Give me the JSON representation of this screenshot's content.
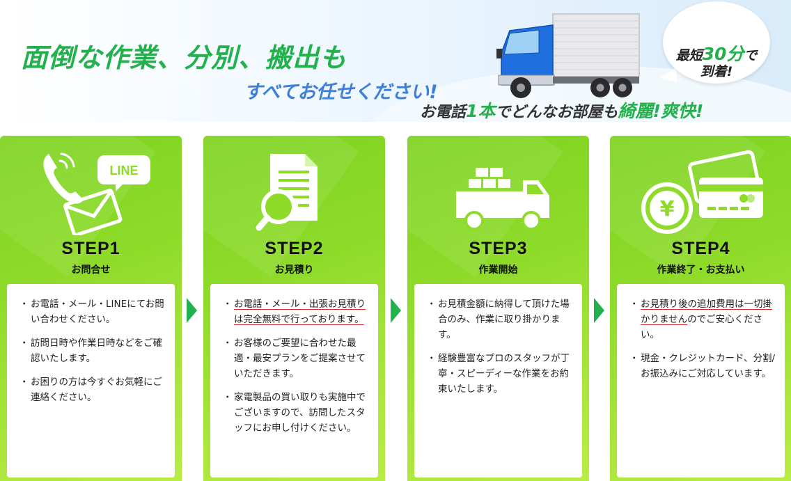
{
  "hero": {
    "headline": "面倒な作業、分別、搬出も",
    "subline": "すべてお任せください!",
    "tagline_pre": "お電話",
    "tagline_num": "1本",
    "tagline_mid": "でどんなお部屋も",
    "tagline_accent": "綺麗!爽快!",
    "bubble": {
      "pre": "最短",
      "num": "30分",
      "post": "で",
      "line2": "到着!"
    }
  },
  "icons": {
    "line_badge": "LINE",
    "yen_symbol": "¥"
  },
  "colors": {
    "green": "#22b14c",
    "blue_text": "#3f7fd8",
    "step_bg": "#8edb2a",
    "truck_blue": "#1f6fe0",
    "underline_red": "#d92b2b"
  },
  "bullet": "・",
  "steps": [
    {
      "title": "STEP1",
      "subtitle": "お問合せ",
      "icon": "phone-mail-line-icon",
      "items": [
        {
          "text": "お電話・メール・LINEにてお問い合わせください。",
          "highlight": false
        },
        {
          "text": "訪問日時や作業日時などをご確認いたします。",
          "highlight": false
        },
        {
          "text": "お困りの方は今すぐお気軽にご連絡ください。",
          "highlight": false
        }
      ]
    },
    {
      "title": "STEP2",
      "subtitle": "お見積り",
      "icon": "document-magnifier-icon",
      "items": [
        {
          "text": "お電話・メール・出張お見積りは完全無料で行っております。",
          "highlight": true
        },
        {
          "text": "お客様のご要望に合わせた最適・最安プランをご提案させていただきます。",
          "highlight": false
        },
        {
          "text": "家電製品の買い取りも実施中でございますので、訪問したスタッフにお申し付けください。",
          "highlight": false
        }
      ]
    },
    {
      "title": "STEP3",
      "subtitle": "作業開始",
      "icon": "truck-icon",
      "items": [
        {
          "text": "お見積金額に納得して頂けた場合のみ、作業に取り掛かります。",
          "highlight": false
        },
        {
          "text": "経験豊富なプロのスタッフが丁寧・スピーディーな作業をお約束いたします。",
          "highlight": false
        }
      ]
    },
    {
      "title": "STEP4",
      "subtitle": "作業終了・お支払い",
      "icon": "yen-card-icon",
      "items": [
        {
          "text_hl": "お見積り後の追加費用は一切掛かりません",
          "text_rest": "のでご安心ください。",
          "highlight": true
        },
        {
          "text": "現金・クレジットカード、分割/お振込みにご対応しています。",
          "highlight": false
        }
      ]
    }
  ]
}
